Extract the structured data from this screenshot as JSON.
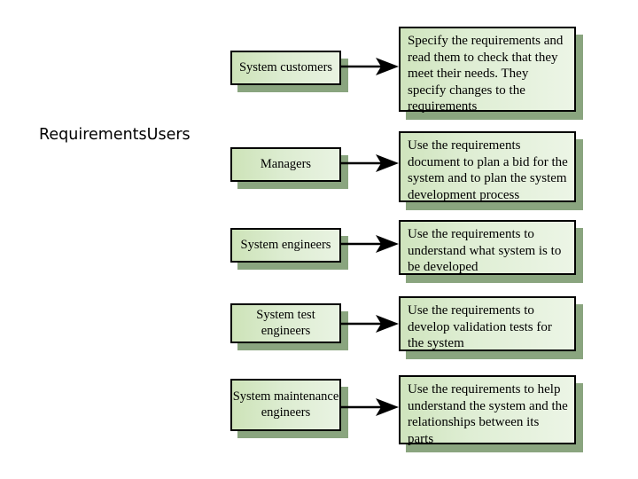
{
  "title": "RequirementsUsers",
  "colors": {
    "box_fill_light": "#e9f3e2",
    "box_fill_dark": "#cde3b8",
    "box_border": "#000000",
    "shadow": "#8aa57f",
    "arrow": "#000000",
    "background": "#ffffff",
    "text": "#000000"
  },
  "rows": [
    {
      "actor": "System customers",
      "description": "Specify the requirements and read them to check that they meet their needs. They specify changes to the requirements",
      "arrow_label": "arrow-right-icon"
    },
    {
      "actor": "Managers",
      "description": "Use the requirements document to plan a bid for the system and to plan the system development process",
      "arrow_label": "arrow-right-icon"
    },
    {
      "actor": "System engineers",
      "description": "Use the requirements to understand what system is to be developed",
      "arrow_label": "arrow-right-icon"
    },
    {
      "actor": "System test engineers",
      "description": "Use the requirements to develop validation tests for the system",
      "arrow_label": "arrow-right-icon"
    },
    {
      "actor": "System maintenance engineers",
      "description": "Use the requirements to help understand the system and the relationships between its parts",
      "arrow_label": "arrow-right-icon"
    }
  ]
}
